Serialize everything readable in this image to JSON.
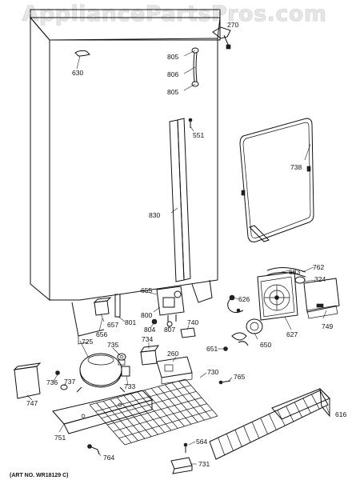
{
  "watermark": "AppliancePartsPros.com",
  "art_number": "(ART NO. WR18129 C)",
  "part_labels": {
    "p630": "630",
    "p270": "270",
    "p805a": "805",
    "p806": "806",
    "p805b": "805",
    "p551": "551",
    "p738": "738",
    "p830": "830",
    "p683": "683",
    "p762": "762",
    "p324": "324",
    "p655": "655",
    "p626": "626",
    "p657": "657",
    "p656": "656",
    "p800": "800",
    "p801": "801",
    "p804": "804",
    "p807": "807",
    "p740": "740",
    "p627": "627",
    "p749": "749",
    "p725": "725",
    "p735": "735",
    "p734": "734",
    "p651": "651",
    "p650": "650",
    "p260": "260",
    "p736": "736",
    "p737": "737",
    "p733": "733",
    "p730": "730",
    "p765": "765",
    "p747": "747",
    "p616": "616",
    "p751": "751",
    "p564": "564",
    "p764": "764",
    "p731": "731"
  },
  "colors": {
    "line": "#111111",
    "watermark": "#e6e6e6"
  }
}
